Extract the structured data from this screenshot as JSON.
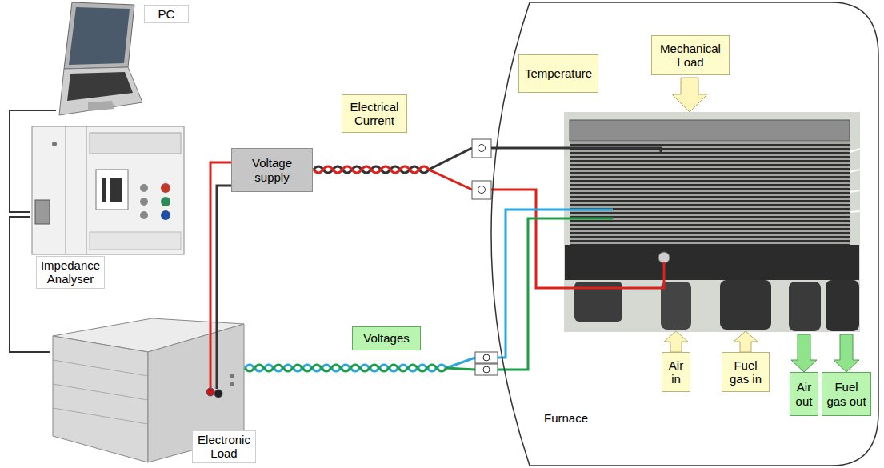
{
  "diagram": {
    "nodes": [
      {
        "text": [
          "PC"
        ]
      },
      {
        "text": [
          "Impedance Analyser"
        ]
      },
      {
        "text": [
          "Electronic Load"
        ]
      },
      {
        "text": [
          "Voltage supply"
        ]
      },
      {
        "text": [
          "Electrical Current"
        ]
      },
      {
        "text": [
          "Voltages"
        ]
      },
      {
        "text": [
          "Furnace"
        ]
      },
      {
        "text": [
          "Temperature"
        ],
        "in": 6
      },
      {
        "text": [
          "Mechanical Load"
        ],
        "in": 6
      },
      {
        "text": [
          "Air in"
        ],
        "in": 6
      },
      {
        "text": [
          "Fuel gas in"
        ],
        "in": 6
      },
      {
        "text": [
          "Air out"
        ],
        "in": 6
      },
      {
        "text": [
          "Fuel gas out"
        ],
        "in": 6
      }
    ],
    "edges": [
      {
        "from": 0,
        "to": 1,
        "arrow": "none"
      },
      {
        "from": 1,
        "to": 2,
        "arrow": "none"
      },
      {
        "from": 3,
        "to": 2,
        "arrow": "none"
      },
      {
        "from": 3,
        "to": 2,
        "arrow": "none"
      }
    ]
  }
}
